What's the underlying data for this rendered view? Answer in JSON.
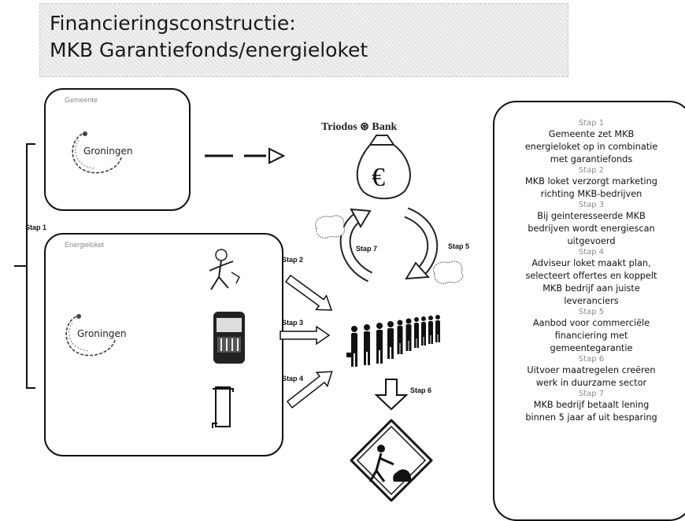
{
  "title": {
    "line1": "Financieringsconstructie:",
    "line2": "MKB Garantiefonds/energieloket"
  },
  "panels": {
    "municipality": {
      "label": "Gemeente",
      "logo_text": "Groningen"
    },
    "loket": {
      "label": "Energieloket",
      "logo_text": "Groningen"
    }
  },
  "bank": {
    "name": "Triodos ⊛ Bank",
    "symbol": "€"
  },
  "arrow_labels": {
    "stap1": "Stap 1",
    "stap2": "Stap 2",
    "stap3": "Stap 3",
    "stap4": "Stap 4",
    "stap5": "Stap 5",
    "stap6": "Stap 6",
    "stap7": "Stap 7"
  },
  "steps": [
    {
      "head": "Stap 1",
      "lines": [
        "Gemeente zet MKB",
        "energieloket op in  combinatie",
        "met garantiefonds"
      ]
    },
    {
      "head": "Stap 2",
      "lines": [
        "MKB loket verzorgt marketing",
        "richting  MKB-bedrijven"
      ]
    },
    {
      "head": "Stap 3",
      "lines": [
        "Bij geinteresseerde MKB",
        "bedrijven wordt energiescan",
        "uitgevoerd"
      ]
    },
    {
      "head": "Stap 4",
      "lines": [
        "Adviseur loket maakt plan,",
        "selecteert offertes en koppelt",
        "MKB bedrijf aan juiste",
        "leveranciers"
      ]
    },
    {
      "head": "Stap 5",
      "lines": [
        "Aanbod voor commerciële",
        "financiering met",
        "gemeentegarantie"
      ]
    },
    {
      "head": "Stap 6",
      "lines": [
        "Uitvoer maatregelen creëren",
        "werk in duurzame sector"
      ]
    },
    {
      "head": "Stap 7",
      "lines": [
        "MKB bedrijf betaalt lening",
        "binnen 5 jaar af uit  besparing"
      ]
    }
  ]
}
